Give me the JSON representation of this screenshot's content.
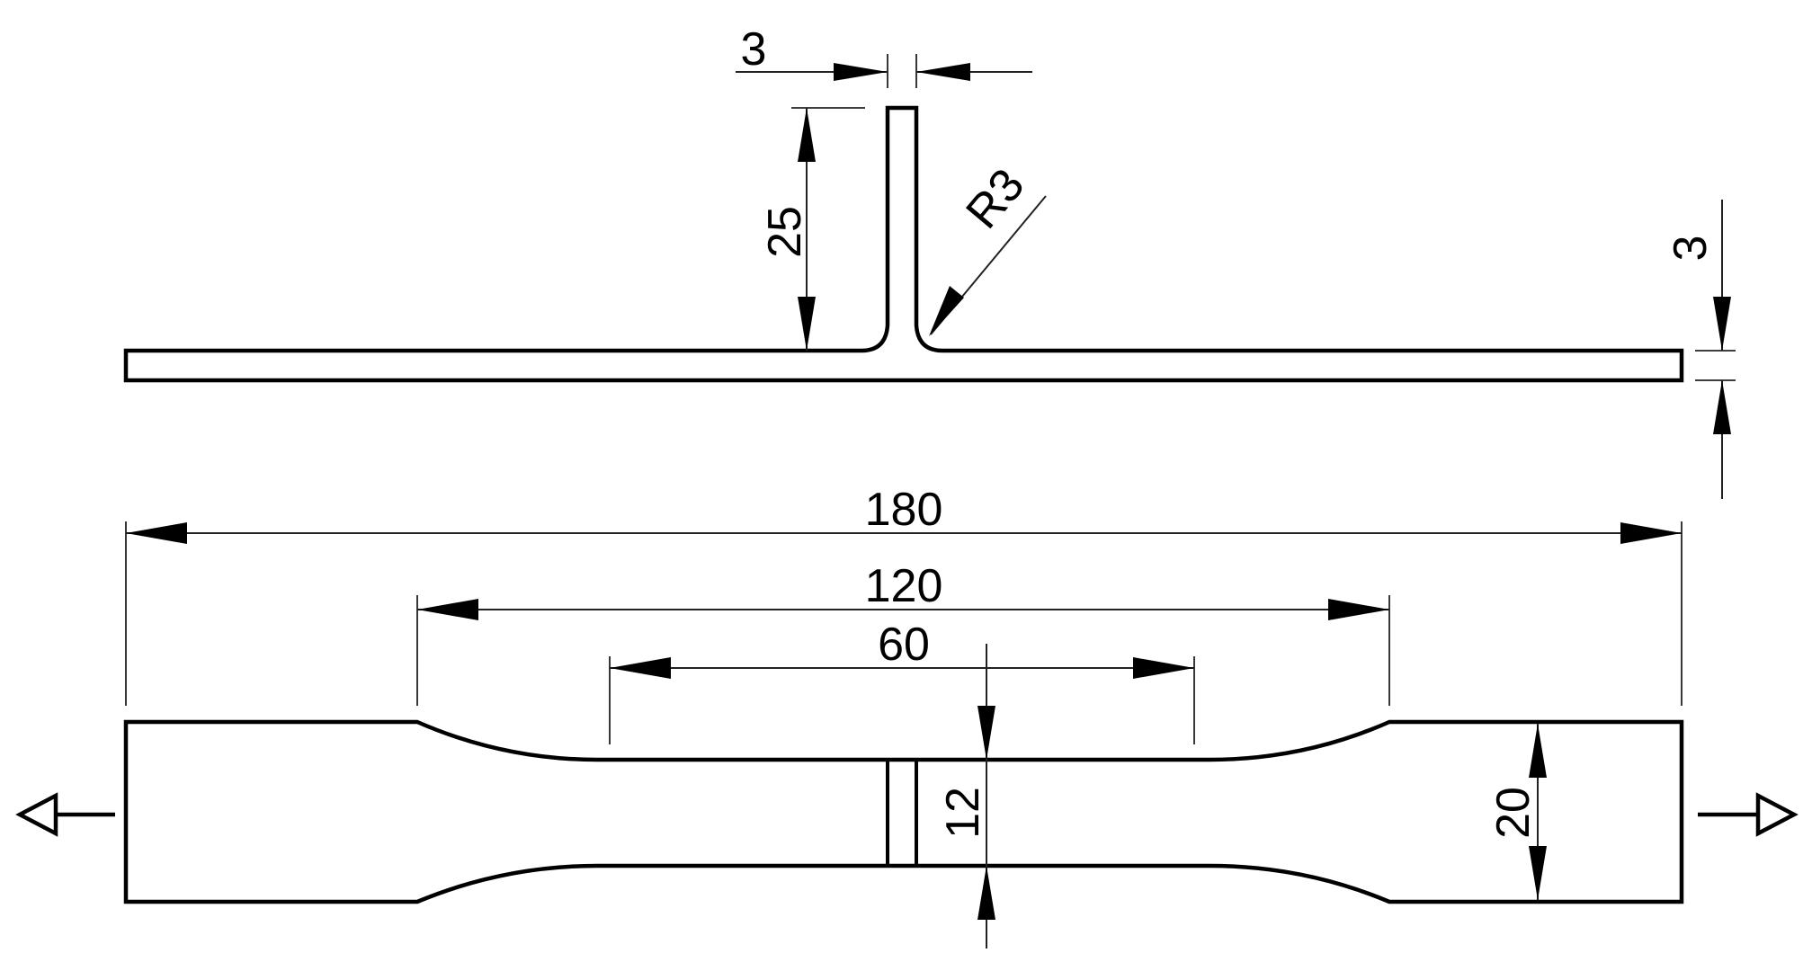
{
  "drawing": {
    "dimensions": {
      "rib_thickness": "3",
      "rib_height": "25",
      "fillet_radius": "R3",
      "plate_thickness": "3",
      "overall_length": "180",
      "shoulder_length": "120",
      "gauge_length": "60",
      "gauge_width": "12",
      "grip_width": "20"
    },
    "colors": {
      "line": "#000000",
      "background": "#ffffff"
    }
  }
}
